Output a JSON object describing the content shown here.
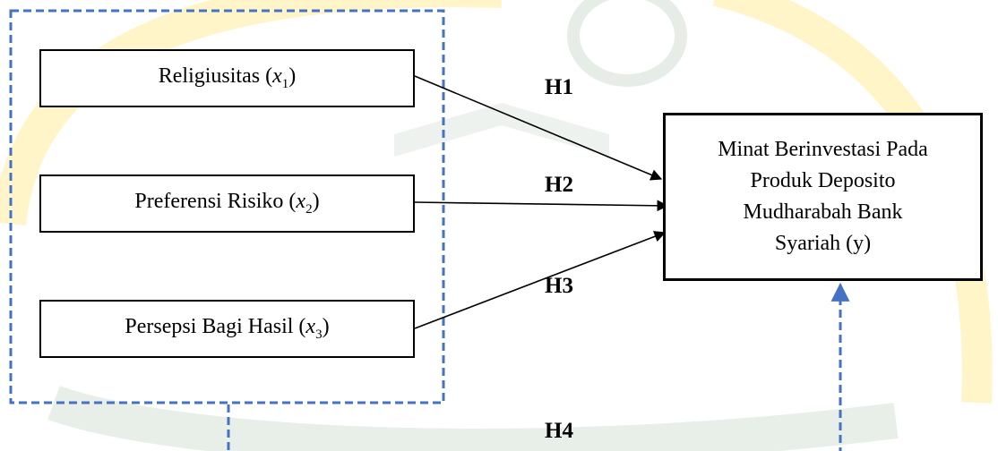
{
  "diagram": {
    "independent_vars": [
      {
        "label": "Religiusitas",
        "symbol": "x",
        "subscript": "1"
      },
      {
        "label": "Preferensi Risiko",
        "symbol": "x",
        "subscript": "2"
      },
      {
        "label": "Persepsi Bagi Hasil",
        "symbol": "x",
        "subscript": "3"
      }
    ],
    "dependent_var": {
      "lines": [
        "Minat Berinvestasi Pada",
        "Produk Deposito",
        "Mudharabah Bank",
        "Syariah (y)"
      ]
    },
    "hypotheses": {
      "h1": "H1",
      "h2": "H2",
      "h3": "H3",
      "h4": "H4"
    },
    "colors": {
      "box_border": "#000000",
      "dashed_group": "#4472C4",
      "arrow": "#000000",
      "watermark_green": "#e8efe8",
      "watermark_yellow": "#fff5c8"
    }
  }
}
